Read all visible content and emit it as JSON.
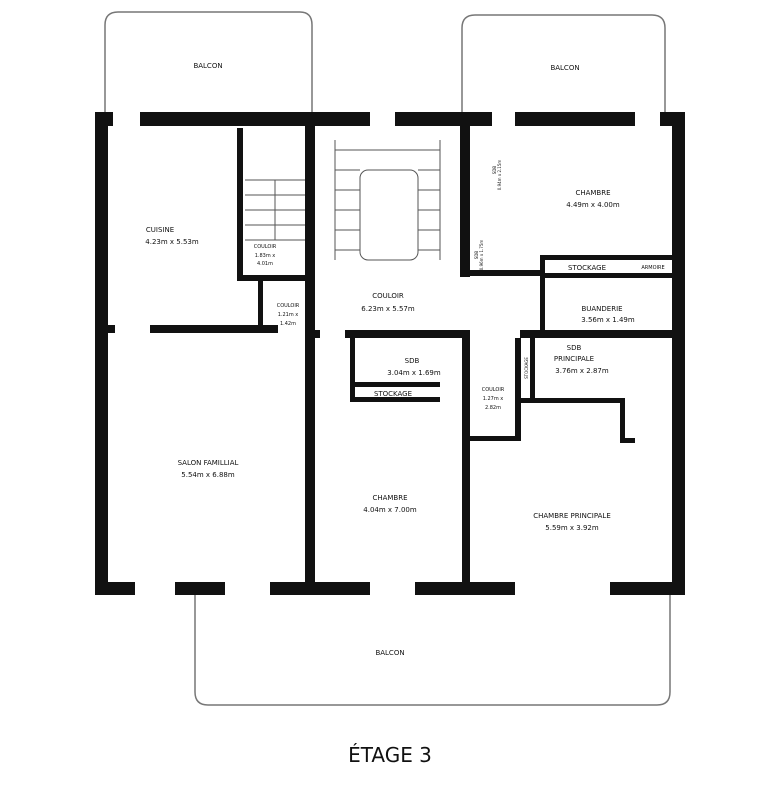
{
  "title": "ÉTAGE 3",
  "balconies": [
    "BALCON",
    "BALCON",
    "BALCON"
  ],
  "rooms": {
    "cuisine": {
      "name": "CUISINE",
      "size": "4.23m x 5.53m"
    },
    "couloir_stair": {
      "name": "COULOIR",
      "size1": "1.83m x",
      "size2": "4.01m"
    },
    "couloir_small": {
      "name": "COULOIR",
      "size1": "1.21m x",
      "size2": "1.42m"
    },
    "couloir_main": {
      "name": "COULOIR",
      "size": "6.23m x 5.57m"
    },
    "sdb_small_1": {
      "name": "SDB",
      "size": "0.94m x 2.15m"
    },
    "sdb_small_2": {
      "name": "SDB",
      "size": "0.96m x 1.75m"
    },
    "chambre_1": {
      "name": "CHAMBRE",
      "size": "4.49m x 4.00m"
    },
    "stockage_1": {
      "name": "STOCKAGE"
    },
    "armoire": {
      "name": "ARMOIRE"
    },
    "buanderie": {
      "name": "BUANDERIE",
      "size": "3.56m x 1.49m"
    },
    "salon": {
      "name": "SALON FAMILLIAL",
      "size": "5.54m x 6.88m"
    },
    "sdb": {
      "name": "SDB",
      "size": "3.04m x 1.69m"
    },
    "stockage_2": {
      "name": "STOCKAGE"
    },
    "couloir_3": {
      "name": "COULOIR",
      "size1": "1.27m x",
      "size2": "2.82m"
    },
    "stockage_3": {
      "name": "STOCKAGE"
    },
    "sdb_principale": {
      "name1": "SDB",
      "name2": "PRINCIPALE",
      "size": "3.76m x 2.87m"
    },
    "chambre_2": {
      "name": "CHAMBRE",
      "size": "4.04m x 7.00m"
    },
    "chambre_principale": {
      "name": "CHAMBRE PRINCIPALE",
      "size": "5.59m x 3.92m"
    }
  }
}
